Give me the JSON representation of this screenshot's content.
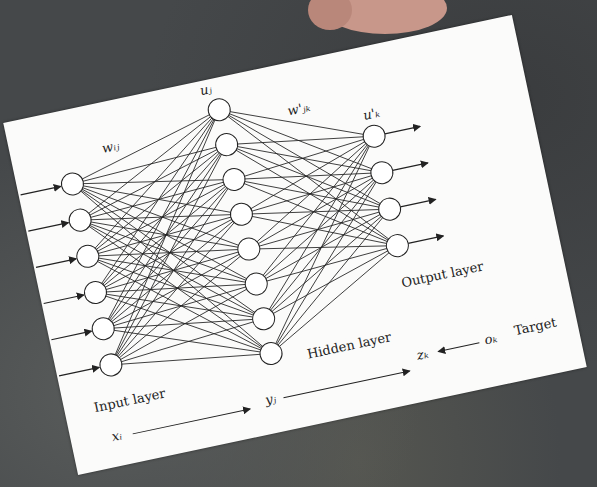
{
  "diagram": {
    "labels": [
      "wᵢⱼ",
      "uⱼ",
      "w'ⱼₖ",
      "u'ₖ",
      "Output layer",
      "Hidden layer",
      "Input layer",
      "xᵢ",
      "yⱼ",
      "zₖ",
      "oₖ",
      "Target"
    ]
  }
}
